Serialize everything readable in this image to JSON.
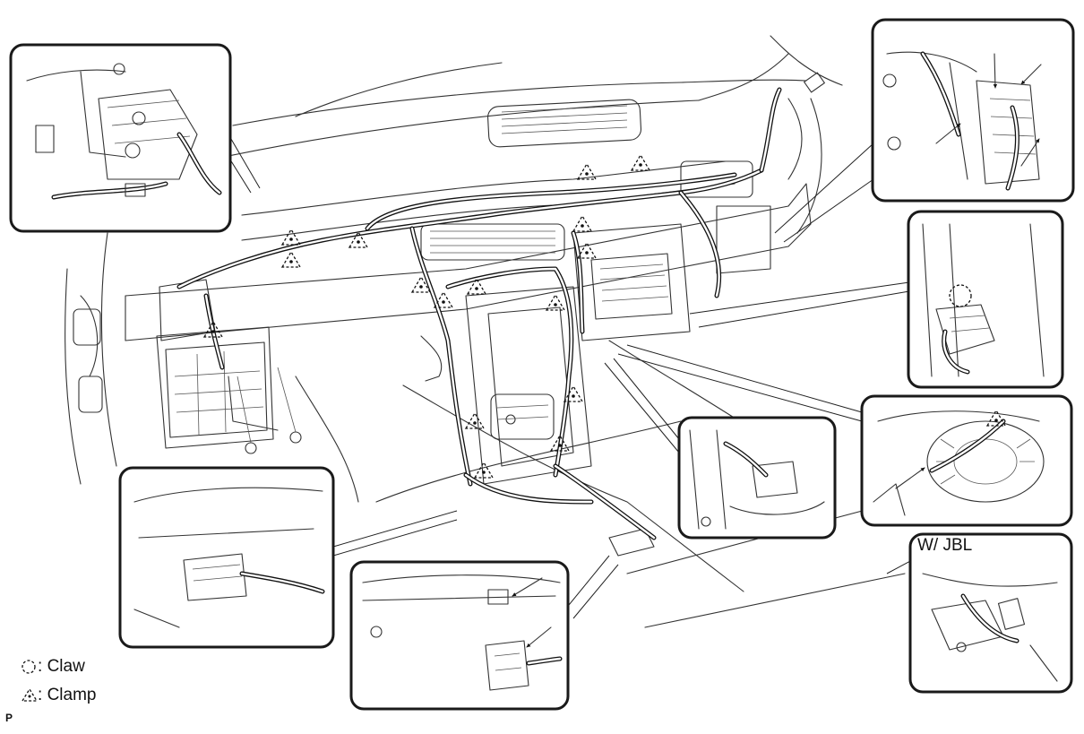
{
  "legend": {
    "claw_label": "Claw",
    "clamp_label": "Clamp"
  },
  "insets": {
    "jbl_title": "W/ JBL"
  },
  "footer": {
    "code": "P"
  },
  "colors": {
    "ink": "#111111",
    "background": "#ffffff"
  }
}
